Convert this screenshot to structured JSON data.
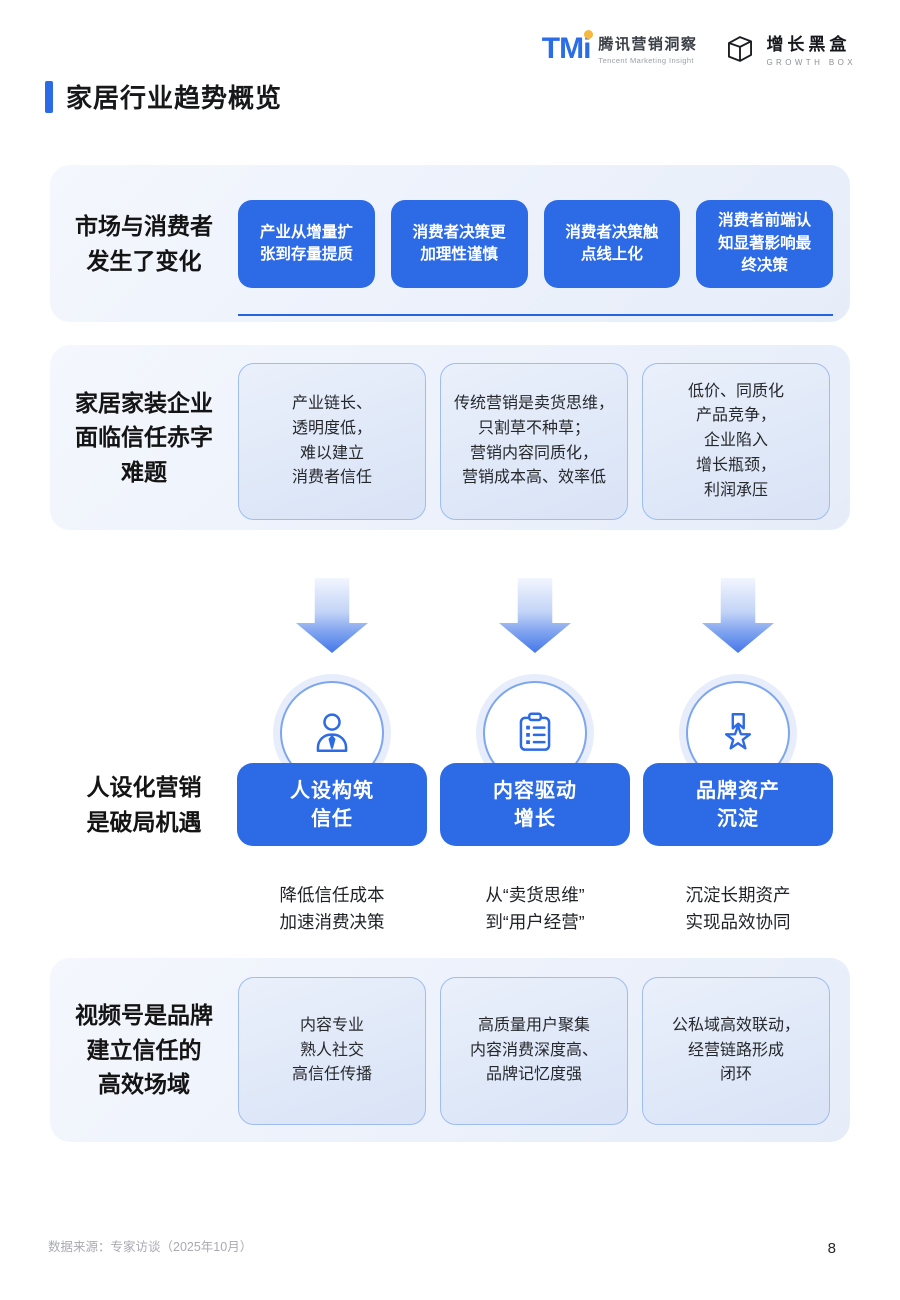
{
  "colors": {
    "accent": "#2D6AE5",
    "light_panel": "#ECF1FB",
    "card_border": "#9FBDF0"
  },
  "header": {
    "tmi": {
      "logo_text": "TMi",
      "name_cn": "腾讯营销洞察",
      "name_en": "Tencent Marketing Insight"
    },
    "growth_box": {
      "name_cn": "增长黑盒",
      "name_en": "GROWTH BOX"
    }
  },
  "title": "家居行业趋势概览",
  "market_section": {
    "label": "市场与消费者\n发生了变化",
    "pills": [
      "产业从增量扩\n张到存量提质",
      "消费者决策更\n加理性谨慎",
      "消费者决策触\n点线上化",
      "消费者前端认\n知显著影响最\n终决策"
    ]
  },
  "trust_section": {
    "label": "家居家装企业\n面临信任赤字\n难题",
    "cards": [
      "产业链长、\n透明度低，\n难以建立\n消费者信任",
      "传统营销是卖货思维，\n只割草不种草；\n营销内容同质化，\n营销成本高、效率低",
      "低价、同质化\n产品竞争，\n企业陷入\n增长瓶颈，\n利润承压"
    ]
  },
  "opportunity_section": {
    "label": "人设化营销\n是破局机遇",
    "pillars": [
      {
        "icon": "person-icon",
        "title": "人设构筑\n信任",
        "desc": "降低信任成本\n加速消费决策"
      },
      {
        "icon": "content-list-icon",
        "title": "内容驱动\n增长",
        "desc": "从“卖货思维”\n到“用户经营”"
      },
      {
        "icon": "star-badge-icon",
        "title": "品牌资产\n沉淀",
        "desc": "沉淀长期资产\n实现品效协同"
      }
    ]
  },
  "channel_section": {
    "label": "视频号是品牌\n建立信任的\n高效场域",
    "cards": [
      "内容专业\n熟人社交\n高信任传播",
      "高质量用户聚集\n内容消费深度高、\n品牌记忆度强",
      "公私域高效联动，\n经营链路形成\n闭环"
    ]
  },
  "footer": {
    "source_note": "数据来源：专家访谈（2025年10月）",
    "page_number": "8"
  }
}
